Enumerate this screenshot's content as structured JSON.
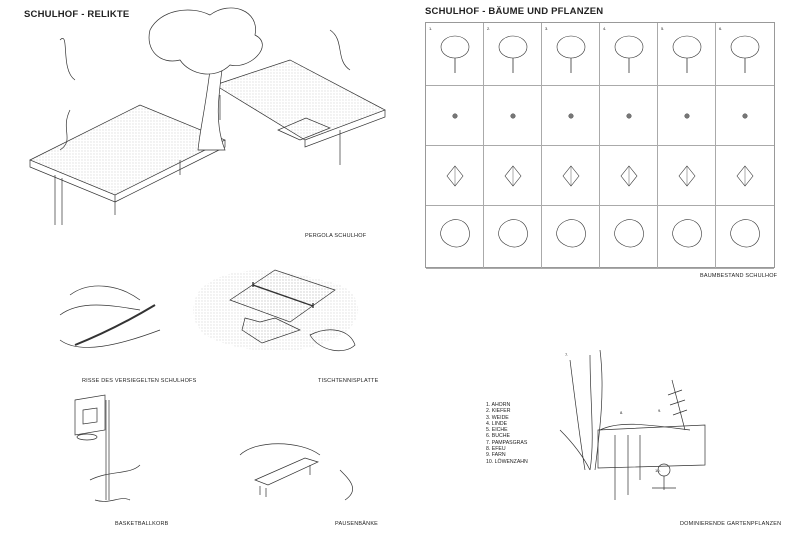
{
  "left": {
    "title": "SCHULHOF - RELIKTE",
    "captions": {
      "pergola": "PERGOLA SCHULHOF",
      "risse": "RISSE DES VERSIEGELTEN  SCHULHOFS",
      "tischtennis": "TISCHTENNISPLATTE",
      "basketball": "BASKETBALLKORB",
      "baenke": "PAUSENBÄNKE"
    }
  },
  "right": {
    "title": "SCHULHOF - BÄUME UND PFLANZEN",
    "tree_numbers": [
      "1.",
      "2.",
      "3.",
      "4.",
      "5.",
      "6."
    ],
    "grid_caption": "BAUMBESTAND SCHULHOF",
    "legend": [
      "1. AHORN",
      "2. KIEFER",
      "3. WEIDE",
      "4. LINDE",
      "5. EICHE",
      "6. BUCHE",
      "7. PAMPASGRAS",
      "8. EFEU",
      "9. FARN",
      "10. LÖWENZAHN"
    ],
    "plant_tags": [
      "7.",
      "8.",
      "9.",
      "10."
    ],
    "plants_caption": "DOMINIERENDE GARTENPFLANZEN"
  }
}
